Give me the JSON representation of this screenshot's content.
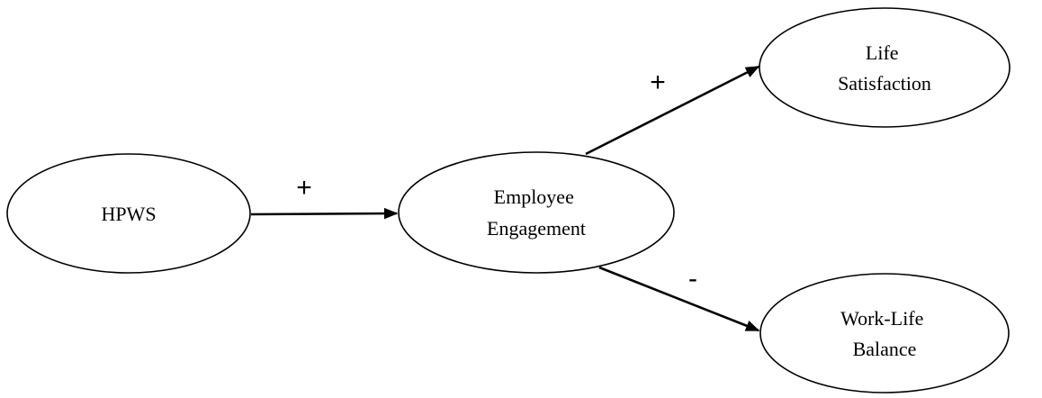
{
  "diagram": {
    "nodes": {
      "hpws": {
        "lines": [
          "HPWS"
        ]
      },
      "engagement": {
        "lines": [
          "Employee",
          "Engagement"
        ]
      },
      "life_satisfaction": {
        "lines": [
          "Life",
          "Satisfaction"
        ]
      },
      "work_life_balance": {
        "lines": [
          "Work-Life",
          "Balance"
        ]
      }
    },
    "edges": {
      "hpws_to_engagement": {
        "sign": "+"
      },
      "engagement_to_life_satisfaction": {
        "sign": "+"
      },
      "engagement_to_work_life_balance": {
        "sign": "-"
      }
    },
    "colors": {
      "stroke": "#000000",
      "fill": "#ffffff",
      "background": "#ffffff"
    }
  }
}
